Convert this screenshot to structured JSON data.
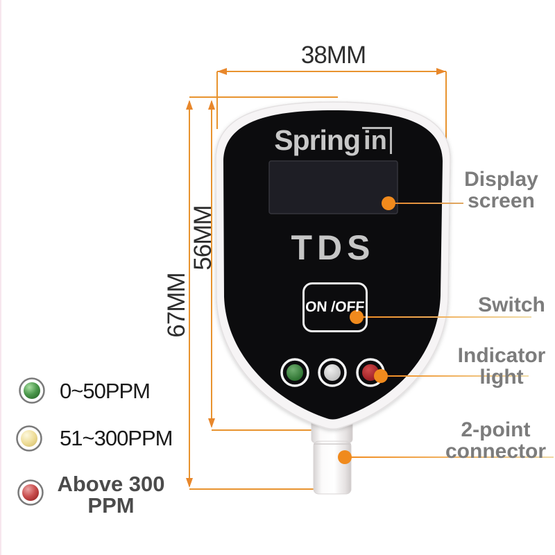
{
  "dimensions": {
    "width": "38MM",
    "body_height": "56MM",
    "total_height": "67MM"
  },
  "device": {
    "brand": "Spring",
    "brand_boxed": "in",
    "model": "TDS",
    "power_button": "ON /OFF"
  },
  "callouts": {
    "display": {
      "line1": "Display",
      "line2": "screen"
    },
    "switch": {
      "label": "Switch"
    },
    "indicator": {
      "line1": "Indicator",
      "line2": "light"
    },
    "connector": {
      "line1": "2-point",
      "line2": "connector"
    }
  },
  "legend": {
    "items": [
      {
        "color_name": "green",
        "color": "#3c8c3c",
        "label": "0~50PPM"
      },
      {
        "color_name": "yellow",
        "color": "#e8d78c",
        "label": "51~300PPM"
      },
      {
        "color_name": "red",
        "color": "#bf4040",
        "label_line1": "Above 300",
        "label_line2": "PPM"
      }
    ]
  },
  "colors": {
    "accent_orange": "#ED8C21",
    "dimension_line": "#E8932E",
    "label_gray": "#7C7C7C",
    "device_black": "#0C0C0E",
    "silver_text": "#C6C6C6",
    "led_green": "#2E7D33",
    "led_white": "#D4D4D4",
    "led_red": "#A8282E"
  }
}
